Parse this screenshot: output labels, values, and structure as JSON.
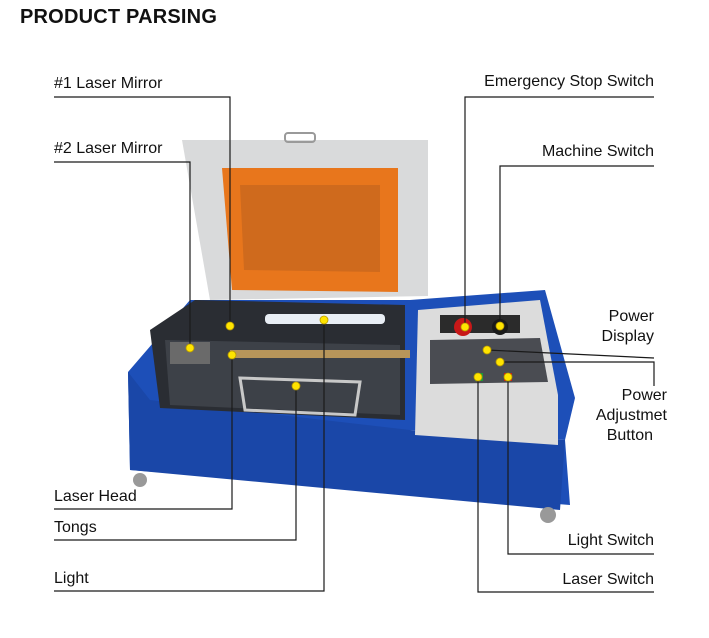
{
  "title": "PRODUCT PARSING",
  "labels": {
    "laser_mirror_1": "#1 Laser Mirror",
    "laser_mirror_2": "#2 Laser Mirror",
    "laser_head": "Laser Head",
    "tongs": "Tongs",
    "light": "Light",
    "emergency_stop": "Emergency Stop Switch",
    "machine_switch": "Machine Switch",
    "power_display_1": "Power",
    "power_display_2": "Display",
    "power_adjust_1": "Power",
    "power_adjust_2": "Adjustmet",
    "power_adjust_3": "Button",
    "light_switch": "Light Switch",
    "laser_switch": "Laser Switch"
  },
  "colors": {
    "machine_blue": "#1d4fb8",
    "lid_grey": "#d9dadb",
    "window_orange": "#e8761c",
    "marker_yellow": "#ffe400",
    "line": "#1a1a1a"
  }
}
